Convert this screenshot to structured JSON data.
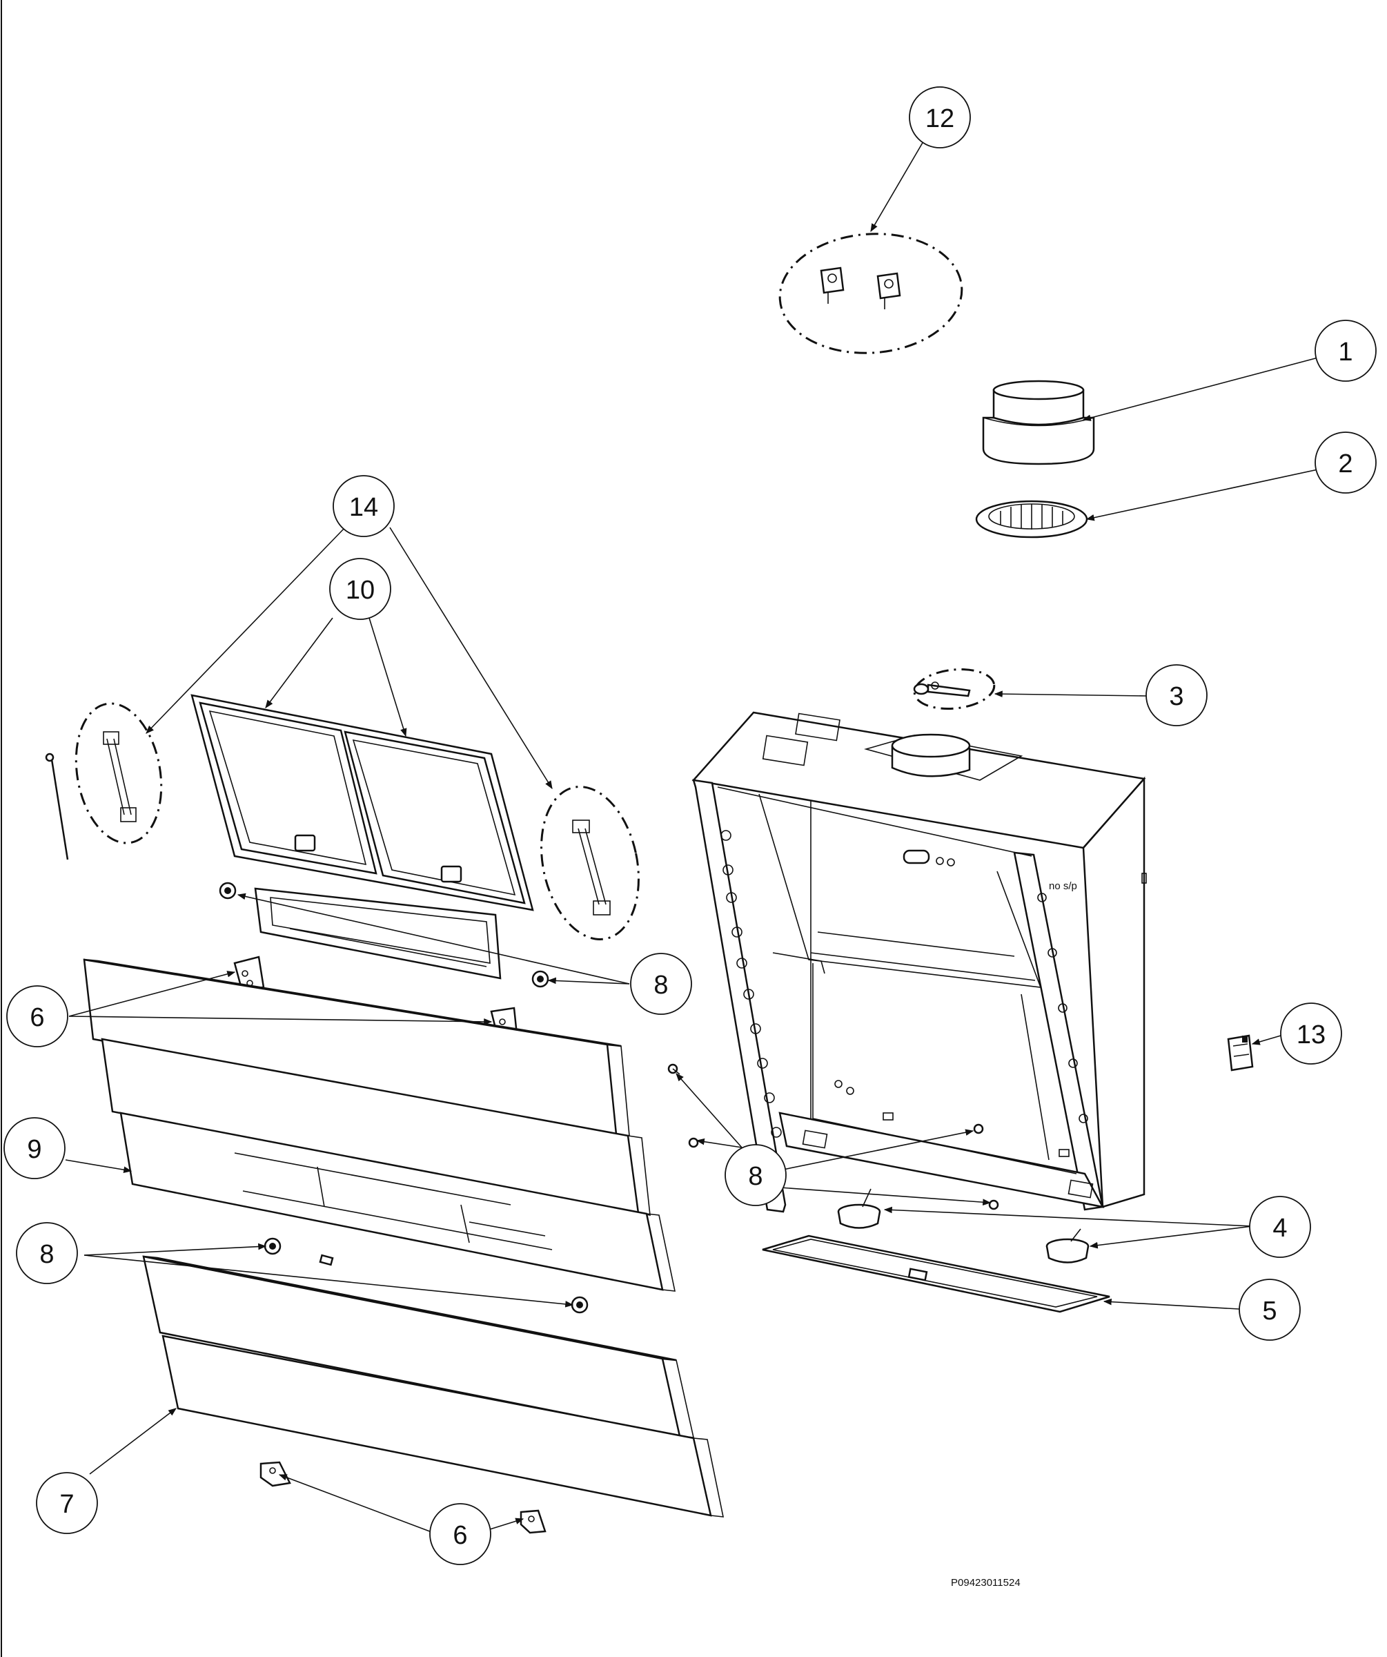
{
  "diagram": {
    "callouts": [
      "12",
      "1",
      "2",
      "14",
      "10",
      "3",
      "8",
      "6",
      "13",
      "9",
      "8",
      "4",
      "8",
      "5",
      "7",
      "6"
    ],
    "note_text": "no s/p",
    "drawing_code": "P09423011524"
  }
}
